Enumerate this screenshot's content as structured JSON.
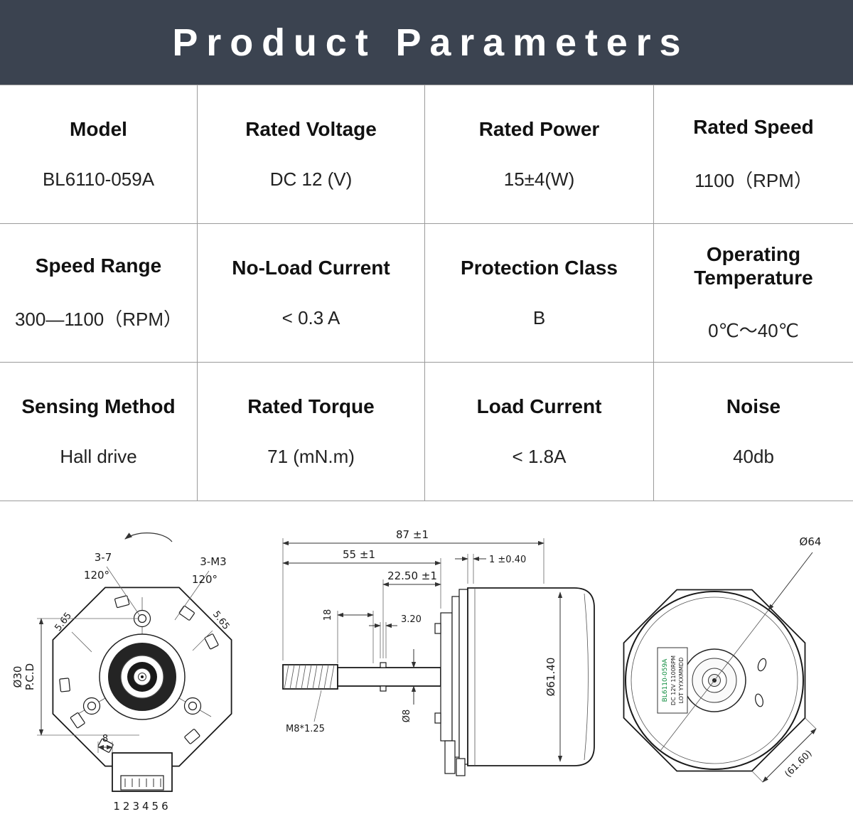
{
  "header": {
    "title": "Product Parameters"
  },
  "table": {
    "cells": [
      {
        "label": "Model",
        "value": "BL6110-059A"
      },
      {
        "label": "Rated Voltage",
        "value": "DC 12 (V)"
      },
      {
        "label": "Rated Power",
        "value": "15±4(W)"
      },
      {
        "label": "Rated Speed",
        "value": "1100（RPM）"
      },
      {
        "label": "Speed Range",
        "value": "300—1100（RPM）"
      },
      {
        "label": "No-Load Current",
        "value": "< 0.3 A"
      },
      {
        "label": "Protection Class",
        "value": "B"
      },
      {
        "label": "Operating Temperature",
        "value": "0℃～40℃"
      },
      {
        "label": "Sensing Method",
        "value": "Hall drive"
      },
      {
        "label": "Rated Torque",
        "value": "71  (mN.m)"
      },
      {
        "label": "Load Current",
        "value": "< 1.8A"
      },
      {
        "label": "Noise",
        "value": "40db"
      }
    ]
  },
  "drawings": {
    "front": {
      "dim_3_7": "3-7",
      "angle_left": "120°",
      "dim_3_m3": "3-M3",
      "angle_right": "120°",
      "dim_565_left": "5.65",
      "dim_565_right": "5.65",
      "dim_pcd_diameter": "Ø30",
      "pcd_label": "P.C.D",
      "dim_8": "8",
      "connector_pins": "123456"
    },
    "side": {
      "dim_overall": "87 ±1",
      "dim_shaft": "55 ±1",
      "dim_2250": "22.50 ±1",
      "dim_plate": "1 ±0.40",
      "dim_18": "18",
      "dim_320": "3.20",
      "dim_shaft_dia": "Ø8",
      "thread": "M8*1.25",
      "dim_body_dia": "Ø61.40"
    },
    "rear": {
      "dim_outer": "Ø64",
      "dim_flat": "(61.60)",
      "label_line1": "BL6110-059A",
      "label_line2": "DC 12V 1100RPM",
      "label_line3": "LOT YYXXMMDD"
    }
  },
  "colors": {
    "header_bg": "#3b4350",
    "table_border": "#9b9b9b",
    "drawing_line": "#1a1a1a",
    "label_green": "#0a8a3a"
  }
}
